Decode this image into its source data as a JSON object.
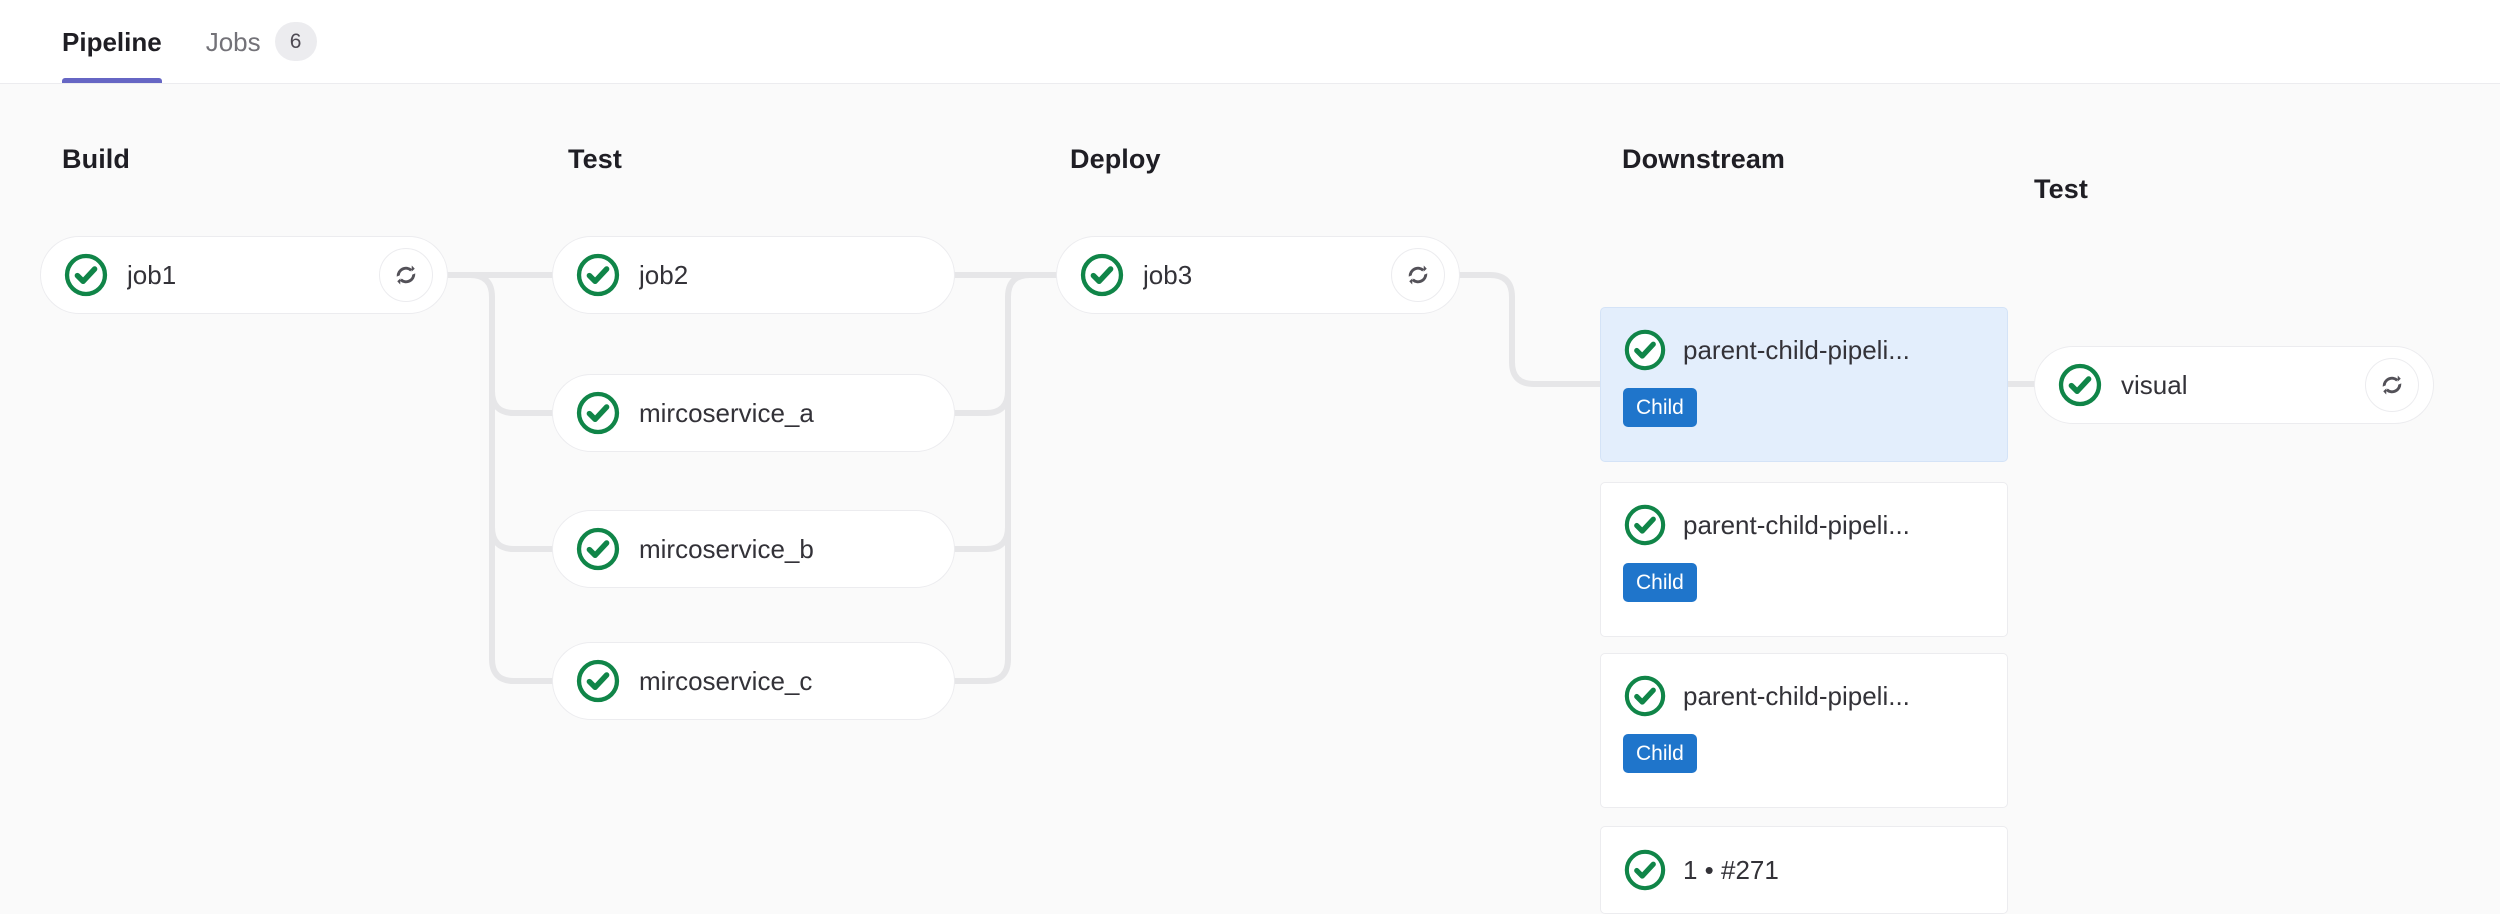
{
  "tabs": [
    {
      "label": "Pipeline",
      "active": true,
      "badge": null
    },
    {
      "label": "Jobs",
      "active": false,
      "badge": "6"
    }
  ],
  "stages": [
    {
      "title": "Build"
    },
    {
      "title": "Test"
    },
    {
      "title": "Deploy"
    },
    {
      "title": "Downstream"
    },
    {
      "title": "Test"
    }
  ],
  "jobs": {
    "build": [
      {
        "name": "job1",
        "status": "success",
        "retry": true
      }
    ],
    "test": [
      {
        "name": "job2",
        "status": "success",
        "retry": false
      },
      {
        "name": "mircoservice_a",
        "status": "success",
        "retry": false
      },
      {
        "name": "mircoservice_b",
        "status": "success",
        "retry": false
      },
      {
        "name": "mircoservice_c",
        "status": "success",
        "retry": false
      }
    ],
    "deploy": [
      {
        "name": "job3",
        "status": "success",
        "retry": true
      }
    ],
    "downstream_test": [
      {
        "name": "visual",
        "status": "success",
        "retry": true
      }
    ]
  },
  "downstream": [
    {
      "name": "parent-child-pipeli...",
      "status": "success",
      "badge": "Child",
      "selected": true
    },
    {
      "name": "parent-child-pipeli...",
      "status": "success",
      "badge": "Child",
      "selected": false
    },
    {
      "name": "parent-child-pipeli...",
      "status": "success",
      "badge": "Child",
      "selected": false
    },
    {
      "name": "1 • #271",
      "status": "success",
      "badge": null,
      "selected": false
    }
  ],
  "colors": {
    "success": "#108548",
    "accent": "#6666c4",
    "badge_child": "#1f75cb",
    "selected_bg": "#e3eefc",
    "canvas_bg": "#fafafa",
    "border": "#ececef"
  },
  "icons": {
    "status_success": "status-success-icon",
    "retry": "retry-icon"
  }
}
